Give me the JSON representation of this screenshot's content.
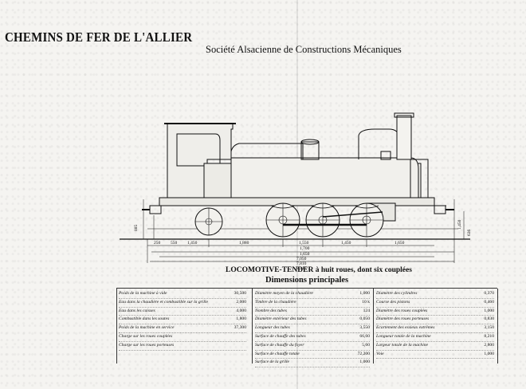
{
  "header": {
    "railway_title": "CHEMINS DE FER DE L'ALLIER",
    "company": "Société Alsacienne de Constructions Mécaniques"
  },
  "drawing": {
    "caption": "LOCOMOTIVE-TENDER à huit roues, dont six couplées",
    "dimensions_title": "Dimensions principales"
  },
  "dimension_labels": {
    "bottom": [
      "250",
      "550",
      "1,450",
      "1,880",
      "1,550",
      "1,450",
      "1,650",
      "1,700",
      "1,650",
      "7,050",
      "7,810",
      "8,210"
    ],
    "heights": [
      "885",
      "1,450",
      "636"
    ]
  },
  "table": {
    "col1": [
      {
        "label": "Poids de la machine à vide",
        "value": "30,500"
      },
      {
        "label": "Eau dans la chaudière et combustible sur la grille",
        "value": "2,000"
      },
      {
        "label": "Eau dans les caisses",
        "value": "4,000"
      },
      {
        "label": "Combustible dans les soutes",
        "value": "1,800"
      },
      {
        "label": "Poids de la machine en service",
        "value": "37,300"
      },
      {
        "label": "Charge sur les roues couplées",
        "value": ""
      },
      {
        "label": "Charge sur les roues porteuses",
        "value": ""
      }
    ],
    "col2": [
      {
        "label": "Diamètre moyen de la chaudière",
        "value": "1,000"
      },
      {
        "label": "Timbre de la chaudière",
        "value": "10 k"
      },
      {
        "label": "Nombre des tubes",
        "value": "124"
      },
      {
        "label": "Diamètre extérieur des tubes",
        "value": "0,050"
      },
      {
        "label": "Longueur des tubes",
        "value": "3,550"
      },
      {
        "label": "Surface de chauffe des tubes",
        "value": "66,60"
      },
      {
        "label": "Surface de chauffe du foyer",
        "value": "5,60"
      },
      {
        "label": "Surface de chauffe totale",
        "value": "72,200"
      },
      {
        "label": "Surface de la grille",
        "value": "1,000"
      }
    ],
    "col3": [
      {
        "label": "Diamètre des cylindres",
        "value": "0,370"
      },
      {
        "label": "Course des pistons",
        "value": "0,460"
      },
      {
        "label": "Diamètre des roues couplées",
        "value": "1,000"
      },
      {
        "label": "Diamètre des roues porteuses",
        "value": "0,830"
      },
      {
        "label": "Ecartement des essieux extrêmes",
        "value": "3,150"
      },
      {
        "label": "Longueur totale de la machine",
        "value": "8,210"
      },
      {
        "label": "Largeur totale de la machine",
        "value": "2,800"
      },
      {
        "label": "Voie",
        "value": "1,000"
      }
    ]
  }
}
